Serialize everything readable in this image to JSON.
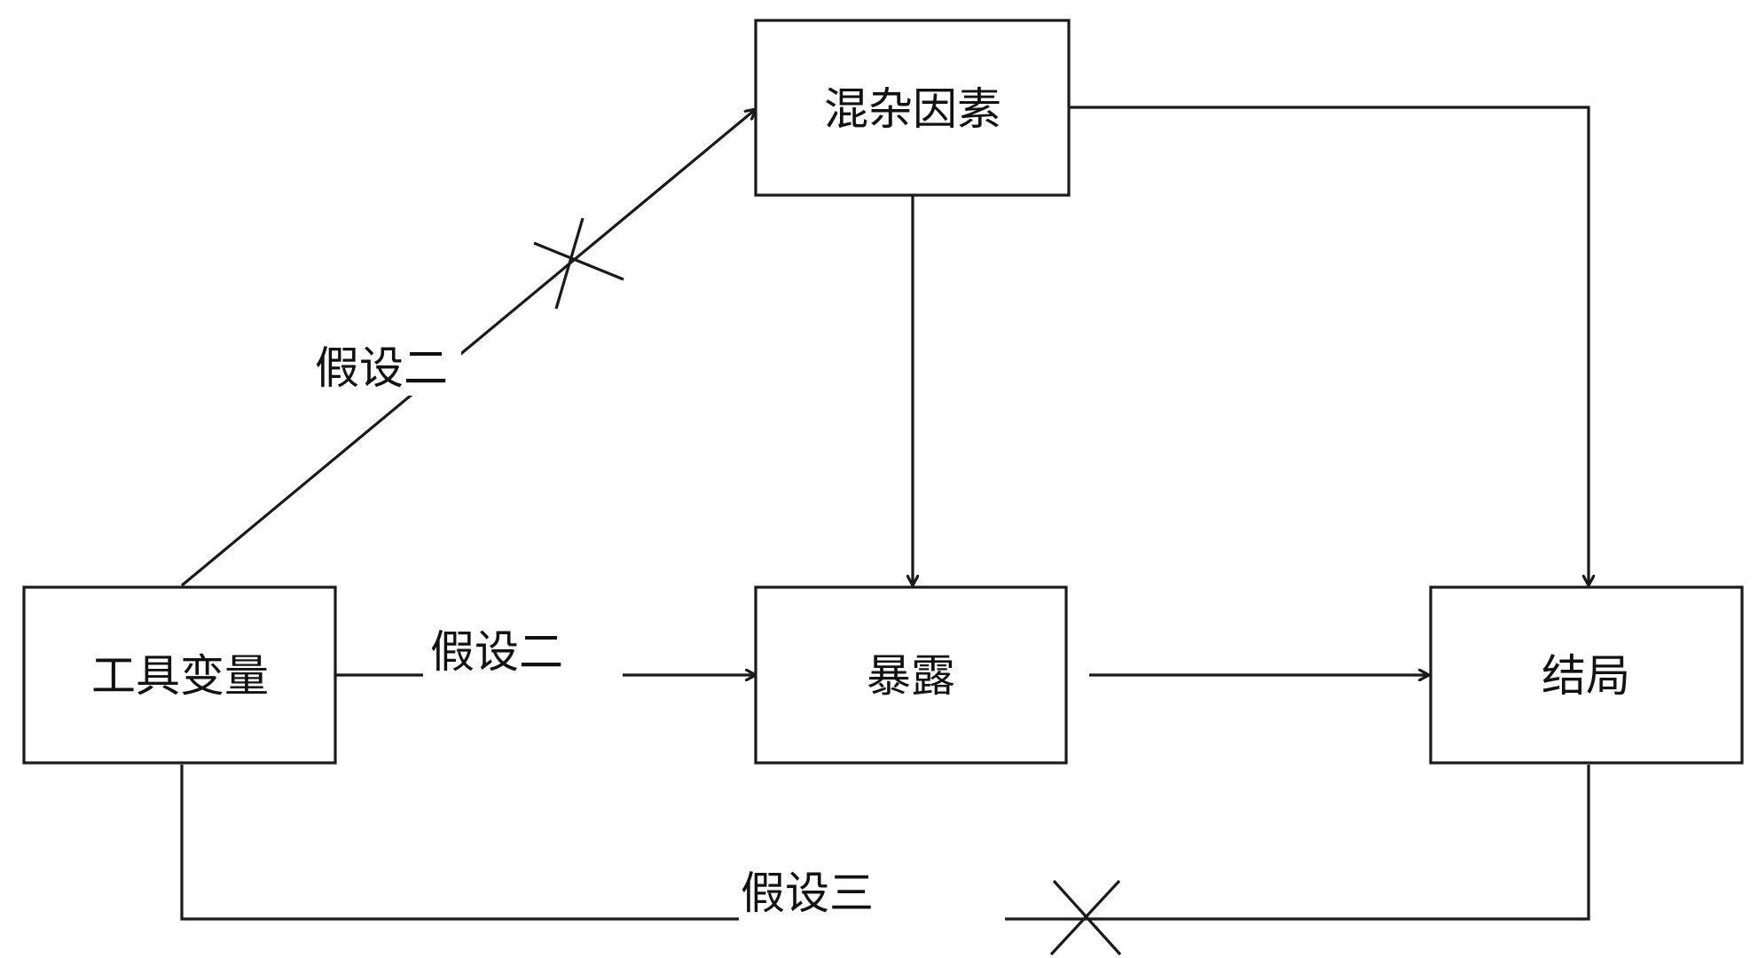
{
  "diagram": {
    "nodes": {
      "confounder": "混杂因素",
      "instrument": "工具变量",
      "exposure": "暴露",
      "outcome": "结局"
    },
    "labels": {
      "assumption_two_diagonal": "假设二",
      "assumption_two_horizontal": "假设二",
      "assumption_three": "假设三"
    },
    "colors": {
      "line": "#1a1a1a",
      "text": "#111111",
      "background": "#ffffff"
    }
  }
}
